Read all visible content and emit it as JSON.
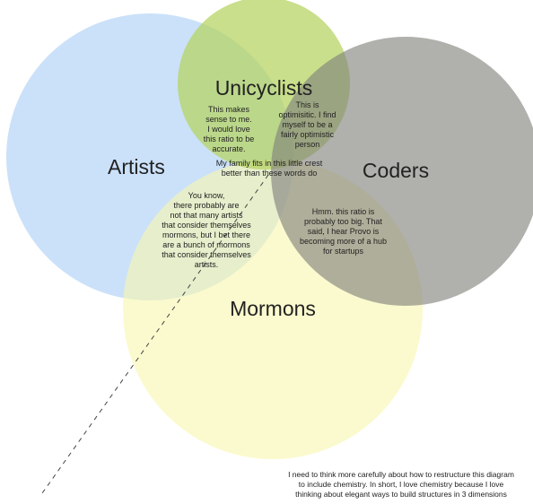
{
  "diagram": {
    "type": "venn",
    "sets": [
      {
        "id": "artists",
        "label": "Artists",
        "color": "#a9cdf5"
      },
      {
        "id": "mormons",
        "label": "Mormons",
        "color": "#f8f6ad"
      },
      {
        "id": "unicyclists",
        "label": "Unicyclists",
        "color": "#b4d35e"
      },
      {
        "id": "coders",
        "label": "Coders",
        "color": "#7f7f7b"
      }
    ],
    "annotations": {
      "unicyclists_artists": "This makes\nsense to me.\nI would love\nthis ratio to be\naccurate.",
      "unicyclists_coders": "This is\noptimisitic. I find\nmyself to be a\nfairly optimistic\nperson",
      "center": "My family fits in this little crest\nbetter than these words do",
      "artists_mormons": "You know,\nthere probably are\nnot that many artists\nthat consider themselves\nmormons, but I bet  there\nare a bunch of mormons\nthat consider themselves\nartists.",
      "coders_mormons": "Hmm. this ratio is\nprobably too big. That\nsaid, I hear Provo is\nbecoming more of a hub\nfor startups"
    },
    "footnote": "I need to think more carefully about how to restructure this diagram\nto include chemistry. In short, I love chemistry because I love\nthinking about elegant ways to build structures in 3 dimensions"
  }
}
